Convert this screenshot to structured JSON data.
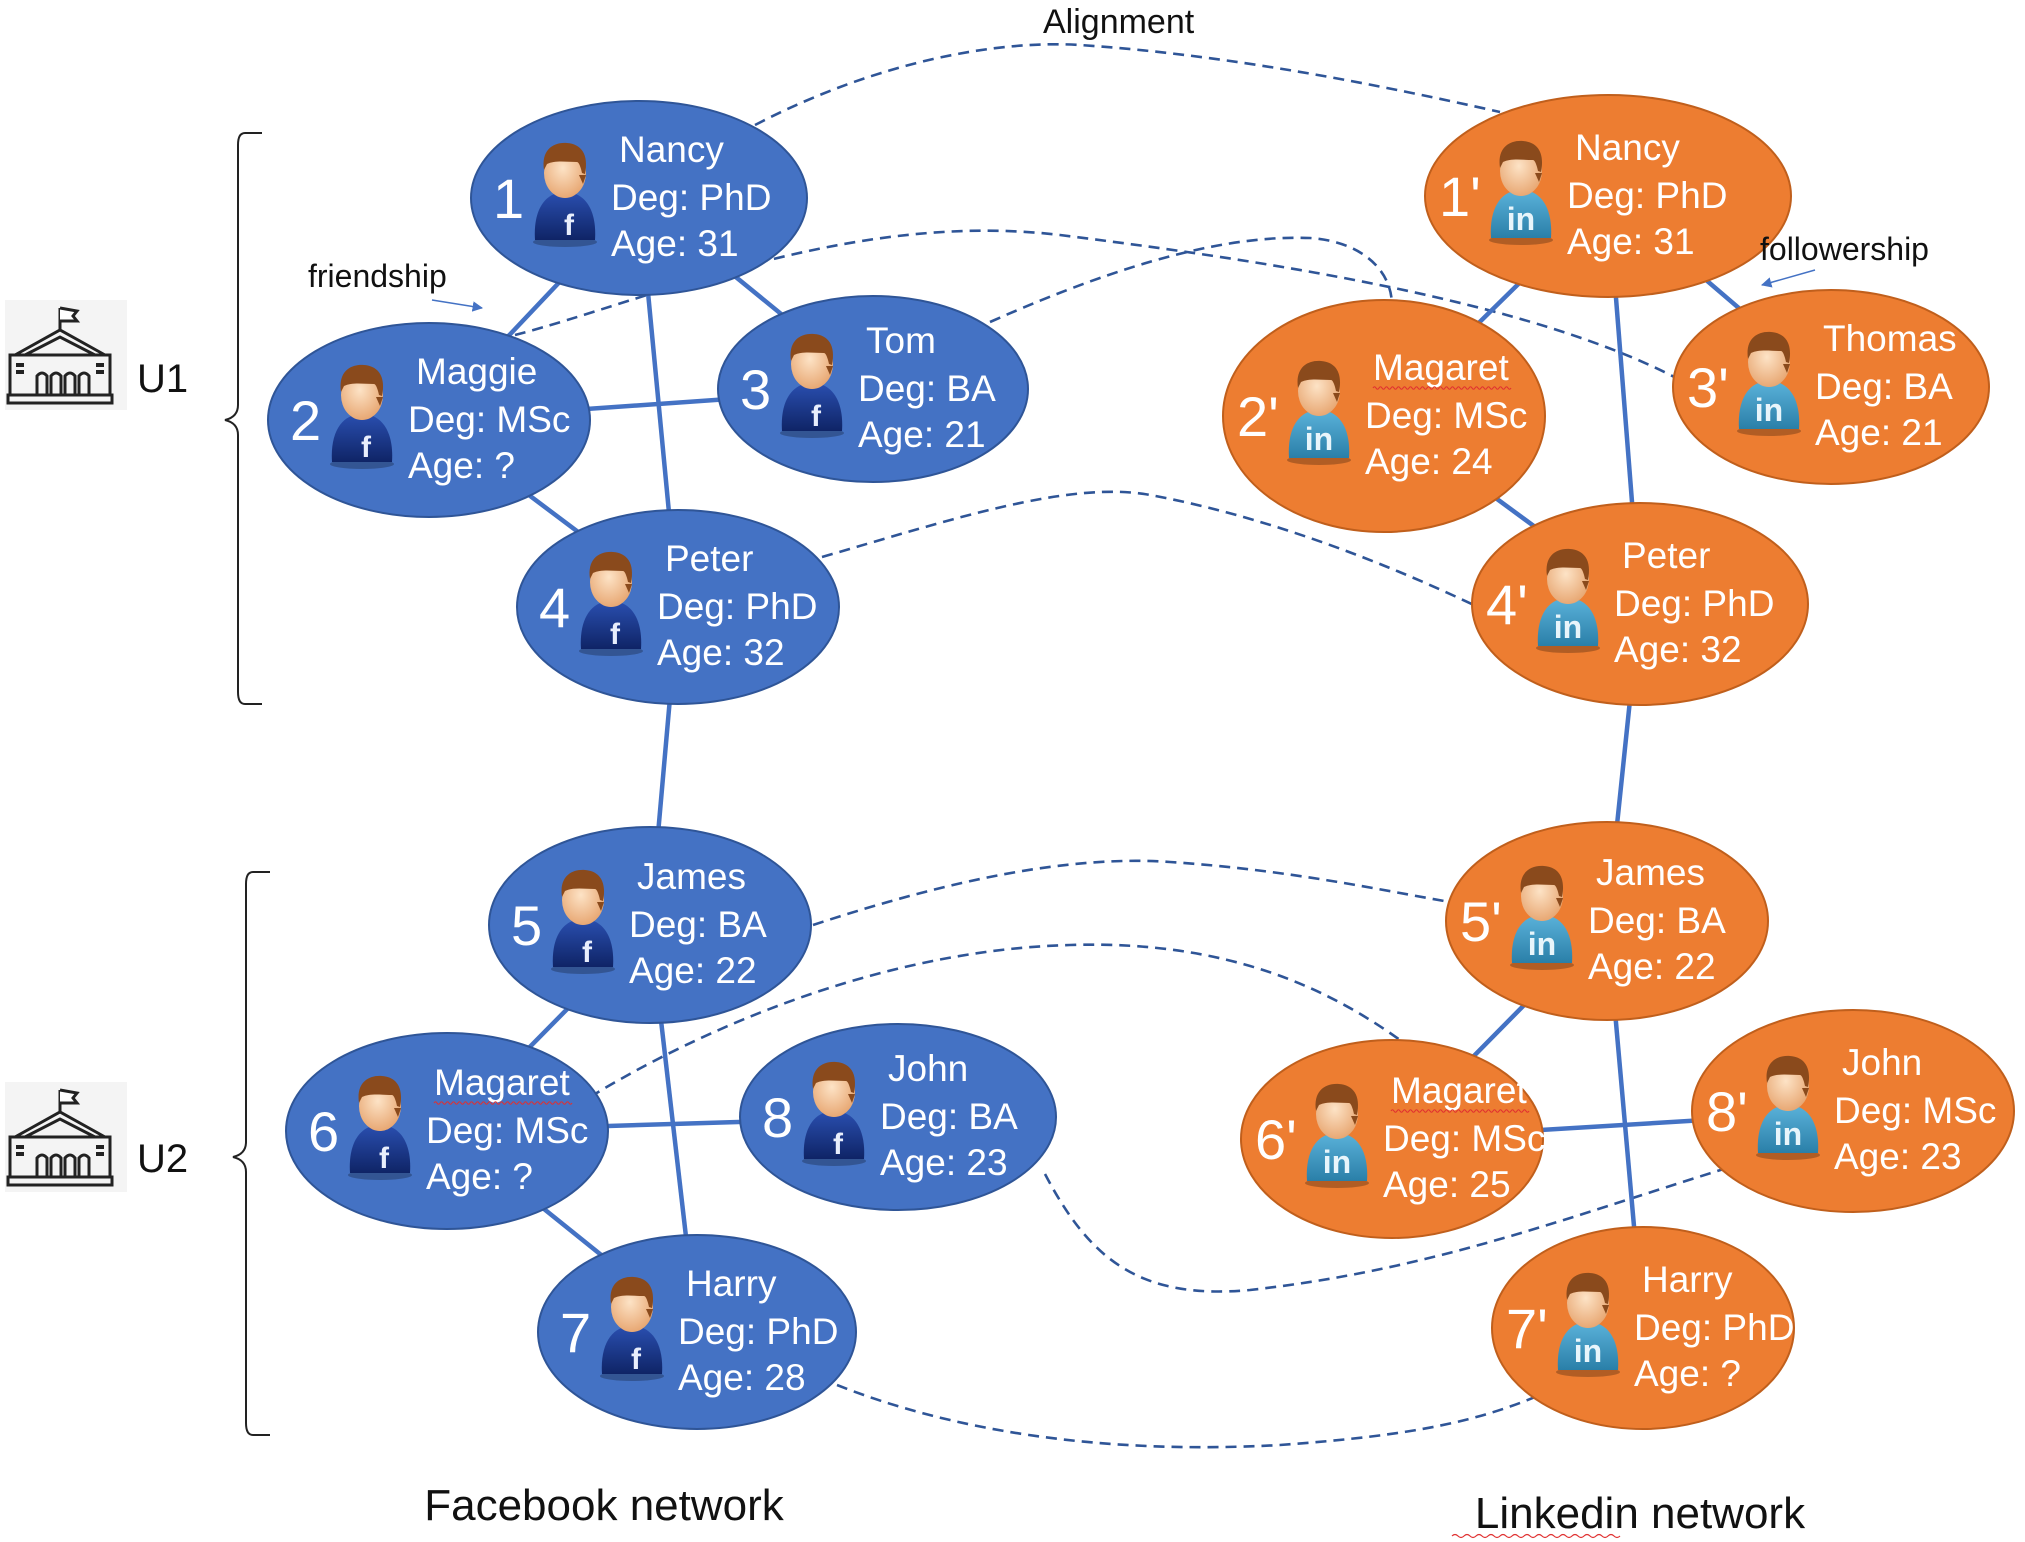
{
  "colors": {
    "facebook_node": "#4472c4",
    "linkedin_node": "#ed7d31",
    "edge": "#4472c4",
    "alignment": "#2f5597",
    "text_on_node": "#ffffff",
    "label": "#111111"
  },
  "labels": {
    "alignment": "Alignment",
    "friendship": "friendship",
    "followership": "followership",
    "facebook_network": "Facebook network",
    "linkedin_network": "Linkedin network",
    "u1": "U1",
    "u2": "U2"
  },
  "facebook_nodes": [
    {
      "id": "1",
      "name": "Nancy",
      "deg": "Deg: PhD",
      "age": "Age: 31",
      "icon": "facebook-user-icon"
    },
    {
      "id": "2",
      "name": "Maggie",
      "deg": "Deg: MSc",
      "age": "Age: ?",
      "icon": "facebook-user-icon"
    },
    {
      "id": "3",
      "name": "Tom",
      "deg": "Deg: BA",
      "age": "Age: 21",
      "icon": "facebook-user-icon"
    },
    {
      "id": "4",
      "name": "Peter",
      "deg": "Deg: PhD",
      "age": "Age: 32",
      "icon": "facebook-user-icon"
    },
    {
      "id": "5",
      "name": "James",
      "deg": "Deg: BA",
      "age": "Age: 22",
      "icon": "facebook-user-icon"
    },
    {
      "id": "6",
      "name": "Magaret",
      "deg": "Deg: MSc",
      "age": "Age: ?",
      "icon": "facebook-user-icon"
    },
    {
      "id": "7",
      "name": "Harry",
      "deg": "Deg: PhD",
      "age": "Age: 28",
      "icon": "facebook-user-icon"
    },
    {
      "id": "8",
      "name": "John",
      "deg": "Deg: BA",
      "age": "Age: 23",
      "icon": "facebook-user-icon"
    }
  ],
  "linkedin_nodes": [
    {
      "id": "1'",
      "name": "Nancy",
      "deg": "Deg: PhD",
      "age": "Age: 31",
      "icon": "linkedin-user-icon"
    },
    {
      "id": "2'",
      "name": "Magaret",
      "deg": "Deg: MSc",
      "age": "Age: 24",
      "icon": "linkedin-user-icon"
    },
    {
      "id": "3'",
      "name": "Thomas",
      "deg": "Deg: BA",
      "age": "Age: 21",
      "icon": "linkedin-user-icon"
    },
    {
      "id": "4'",
      "name": "Peter",
      "deg": "Deg: PhD",
      "age": "Age: 32",
      "icon": "linkedin-user-icon"
    },
    {
      "id": "5'",
      "name": "James",
      "deg": "Deg: BA",
      "age": "Age: 22",
      "icon": "linkedin-user-icon"
    },
    {
      "id": "6'",
      "name": "Magaret",
      "deg": "Deg: MSc",
      "age": "Age: 25",
      "icon": "linkedin-user-icon"
    },
    {
      "id": "7'",
      "name": "Harry",
      "deg": "Deg: PhD",
      "age": "Age: ?",
      "icon": "linkedin-user-icon"
    },
    {
      "id": "8'",
      "name": "John",
      "deg": "Deg: MSc",
      "age": "Age: 23",
      "icon": "linkedin-user-icon"
    }
  ],
  "facebook_edges": [
    [
      "1",
      "2"
    ],
    [
      "1",
      "3"
    ],
    [
      "1",
      "4"
    ],
    [
      "2",
      "3"
    ],
    [
      "2",
      "4"
    ],
    [
      "4",
      "5"
    ],
    [
      "5",
      "6"
    ],
    [
      "5",
      "7"
    ],
    [
      "6",
      "7"
    ],
    [
      "6",
      "8"
    ]
  ],
  "linkedin_edges": [
    [
      "1'",
      "2'"
    ],
    [
      "1'",
      "3'"
    ],
    [
      "1'",
      "4'"
    ],
    [
      "2'",
      "4'"
    ],
    [
      "4'",
      "5'"
    ],
    [
      "5'",
      "6'"
    ],
    [
      "5'",
      "7'"
    ],
    [
      "6'",
      "8'"
    ]
  ],
  "alignments": [
    [
      "1",
      "1'"
    ],
    [
      "2",
      "3'"
    ],
    [
      "3",
      "2'"
    ],
    [
      "4",
      "4'"
    ],
    [
      "5",
      "5'"
    ],
    [
      "6",
      "6'"
    ],
    [
      "8",
      "7'"
    ],
    [
      "7",
      "8'"
    ]
  ],
  "groups": [
    {
      "label": "U1",
      "members": [
        "1",
        "2",
        "3",
        "4"
      ],
      "icon": "university-building-icon"
    },
    {
      "label": "U2",
      "members": [
        "5",
        "6",
        "7",
        "8"
      ],
      "icon": "university-building-icon"
    }
  ]
}
